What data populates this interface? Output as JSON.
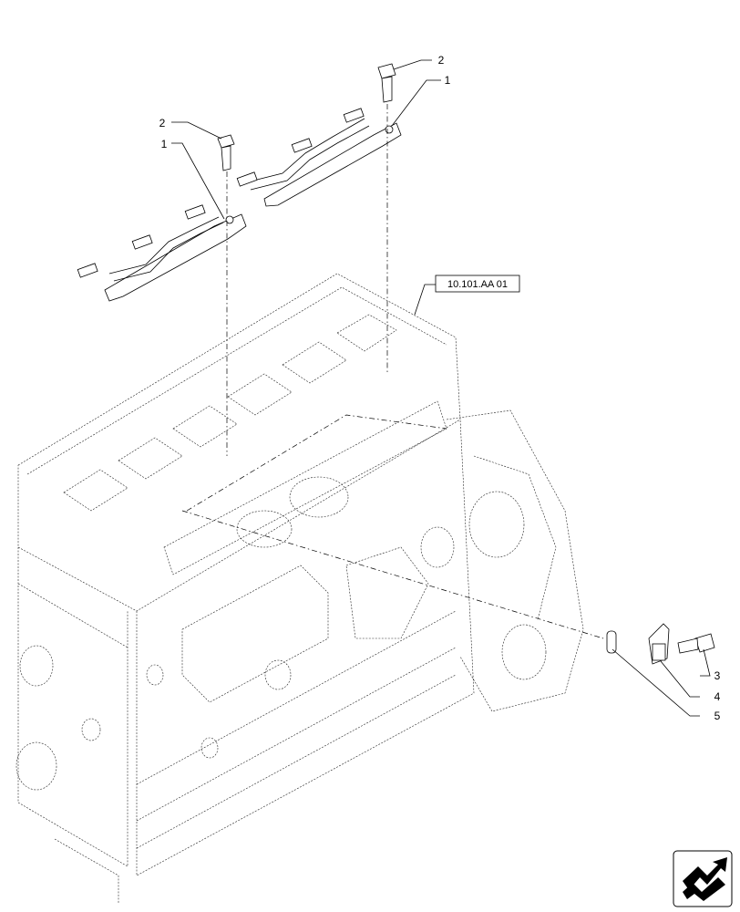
{
  "callouts": {
    "c2_left": "2",
    "c1_left": "1",
    "c2_right": "2",
    "c1_right": "1",
    "c3": "3",
    "c4": "4",
    "c5": "5"
  },
  "reference": {
    "label": "10.101.AA 01"
  },
  "icons": {
    "nav": "next-page-arrow-icon"
  }
}
